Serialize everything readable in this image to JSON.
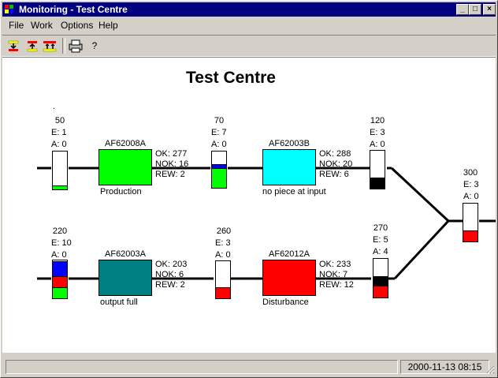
{
  "window": {
    "title": "Monitoring - Test Centre",
    "controls": [
      "_",
      "□",
      "×"
    ]
  },
  "menu": [
    "File",
    "Work",
    "Options",
    "Help"
  ],
  "toolbar": {
    "help_label": "?"
  },
  "diagram": {
    "title": "Test Centre",
    "mark": ".",
    "buffers": [
      {
        "capacity": "50",
        "e": "E: 1",
        "a": "A: 0",
        "fills": [
          {
            "color": "#00ff00",
            "fraction": 0.1
          }
        ]
      },
      {
        "capacity": "70",
        "e": "E: 7",
        "a": "A: 0",
        "fills": [
          {
            "color": "#00ff00",
            "fraction": 0.55
          },
          {
            "color": "#0000ff",
            "fraction": 0.1
          }
        ]
      },
      {
        "capacity": "120",
        "e": "E: 3",
        "a": "A: 0",
        "fills": [
          {
            "color": "#000000",
            "fraction": 0.3
          }
        ]
      },
      {
        "capacity": "300",
        "e": "E: 3",
        "a": "A: 0",
        "fills": [
          {
            "color": "#ff0000",
            "fraction": 0.3
          }
        ]
      },
      {
        "capacity": "220",
        "e": "E: 10",
        "a": "A: 0",
        "fills": [
          {
            "color": "#00ff00",
            "fraction": 0.3
          },
          {
            "color": "#ff0000",
            "fraction": 0.3
          },
          {
            "color": "#0000ff",
            "fraction": 0.4
          }
        ]
      },
      {
        "capacity": "260",
        "e": "E: 3",
        "a": "A: 0",
        "fills": [
          {
            "color": "#ff0000",
            "fraction": 0.3
          }
        ]
      },
      {
        "capacity": "270",
        "e": "E: 5",
        "a": "A: 4",
        "fills": [
          {
            "color": "#ff0000",
            "fraction": 0.3
          },
          {
            "color": "#000000",
            "fraction": 0.25
          }
        ]
      }
    ],
    "machines": [
      {
        "id": "AF62008A",
        "color": "#00ff00",
        "status": "Production",
        "ok": "OK: 277",
        "nok": "NOK: 16",
        "rew": "REW: 2"
      },
      {
        "id": "AF62003B",
        "color": "#00ffff",
        "status": "no piece at input",
        "ok": "OK: 288",
        "nok": "NOK: 20",
        "rew": "REW: 6"
      },
      {
        "id": "AF62003A",
        "color": "#008080",
        "status": "output full",
        "ok": "OK: 203",
        "nok": "NOK: 6",
        "rew": "REW: 2"
      },
      {
        "id": "AF62012A",
        "color": "#ff0000",
        "status": "Disturbance",
        "ok": "OK: 233",
        "nok": "NOK: 7",
        "rew": "REW: 12"
      }
    ]
  },
  "status": {
    "message": "",
    "datetime": "2000-11-13  08:15"
  }
}
